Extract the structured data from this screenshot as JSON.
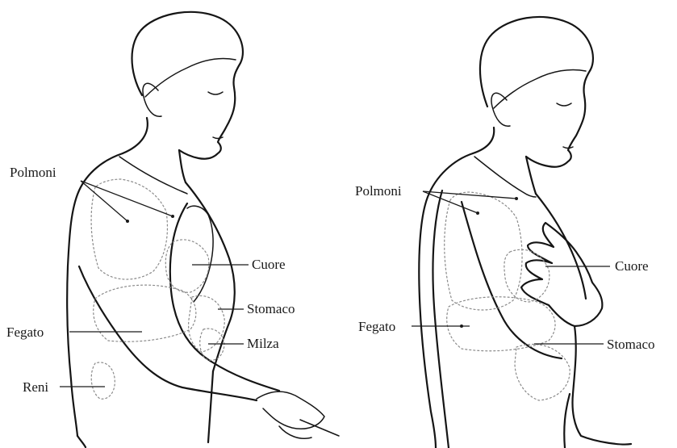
{
  "left_figure": {
    "labels": {
      "lungs": "Polmoni",
      "heart": "Cuore",
      "stomach": "Stomaco",
      "liver": "Fegato",
      "spleen": "Milza",
      "kidneys": "Reni"
    }
  },
  "right_figure": {
    "labels": {
      "lungs": "Polmoni",
      "heart": "Cuore",
      "liver": "Fegato",
      "stomach": "Stomaco"
    }
  },
  "colors": {
    "line": "#151515",
    "organ_outline": "#8a8a8a",
    "background": "#ffffff"
  }
}
